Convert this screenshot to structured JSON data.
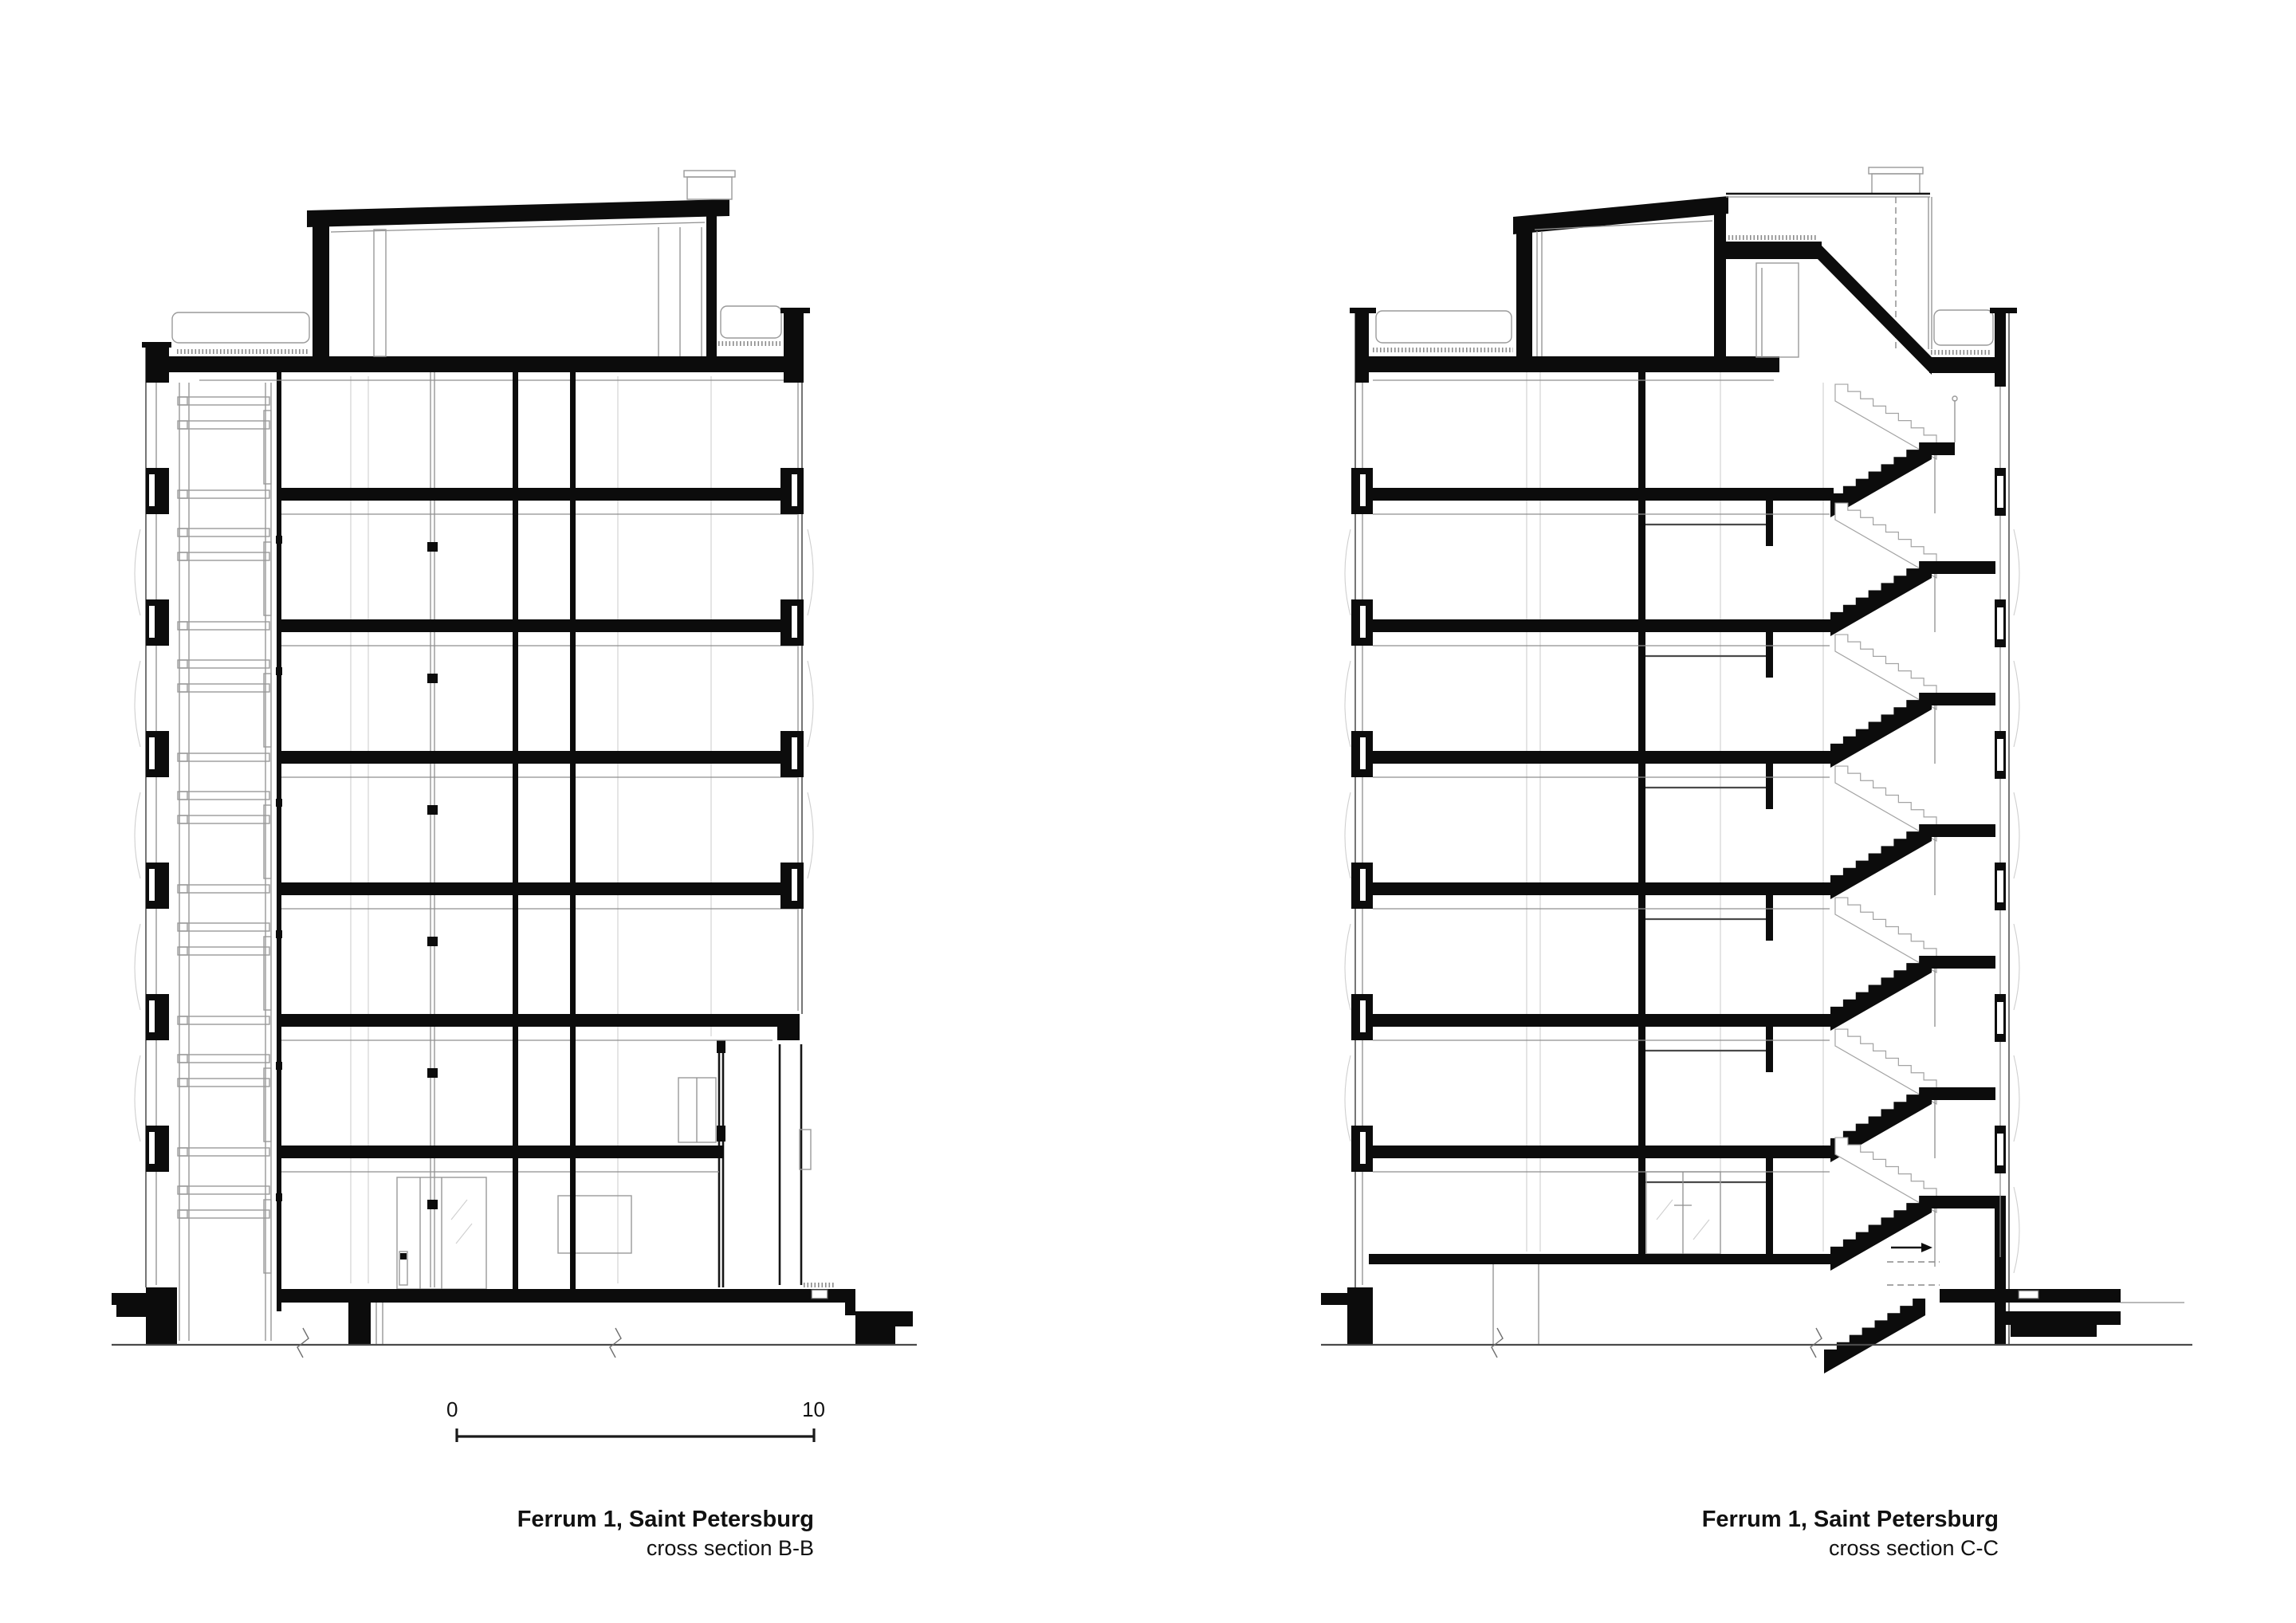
{
  "drawings": [
    {
      "id": "section-bb",
      "title": "Ferrum 1, Saint Petersburg",
      "subtitle": "cross section B-B"
    },
    {
      "id": "section-cc",
      "title": "Ferrum 1, Saint Petersburg",
      "subtitle": "cross section C-C"
    }
  ],
  "scale_bar": {
    "start_label": "0",
    "end_label": "10"
  },
  "colors": {
    "ink": "#0c0c0c",
    "light_line": "#9a9a9a",
    "background": "#ffffff"
  }
}
